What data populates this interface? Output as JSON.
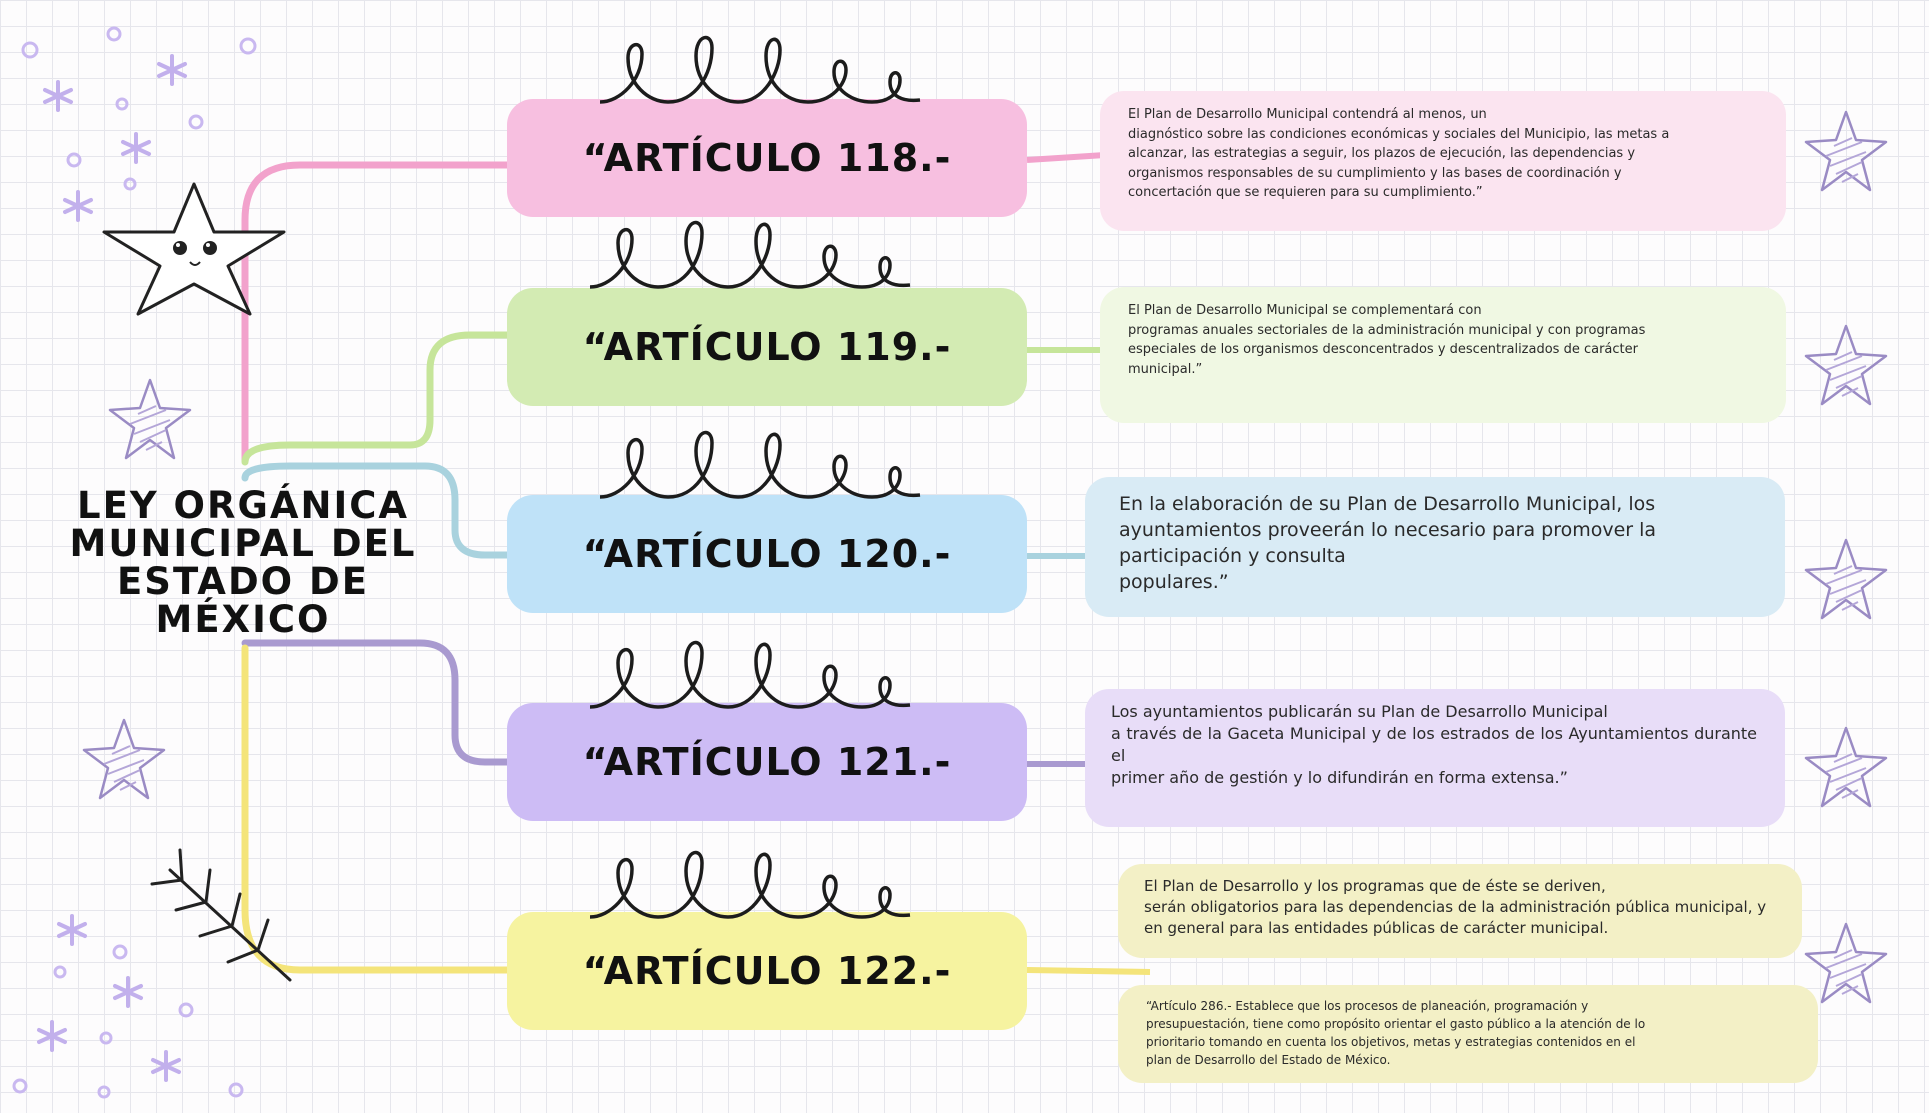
{
  "title": {
    "lines": [
      "LEY ORGÁNICA",
      "MUNICIPAL DEL",
      "ESTADO DE",
      "MÉXICO"
    ]
  },
  "branches": [
    {
      "label": "“ARTÍCULO 118.-",
      "color": "#f7bfe0",
      "line_color": "#f2a2cc",
      "box_color": "#fbe4f0",
      "text": [
        "El Plan de Desarrollo Municipal contendrá al menos, un",
        "diagnóstico sobre las condiciones económicas y sociales del Municipio, las metas a",
        "alcanzar, las estrategias a seguir, los plazos de ejecución, las dependencias y",
        "organismos responsables de su cumplimiento y las bases de coordinación y",
        "concertación que se requieren para su cumplimiento.”"
      ]
    },
    {
      "label": "“ARTÍCULO 119.-",
      "color": "#d3ebb3",
      "line_color": "#c6e59a",
      "box_color": "#f0f8e3",
      "text": [
        "El Plan de Desarrollo Municipal se complementará con",
        "programas anuales sectoriales de la administración municipal y con programas",
        "especiales de los organismos desconcentrados y descentralizados de carácter",
        "municipal.”"
      ]
    },
    {
      "label": "“ARTÍCULO 120.-",
      "color": "#bfe2f8",
      "line_color": "#a9d2de",
      "box_color": "#d9ebf5",
      "text": [
        "En la elaboración de su Plan de Desarrollo Municipal, los",
        "ayuntamientos proveerán lo necesario para promover la participación y consulta",
        "populares.”"
      ]
    },
    {
      "label": "“ARTÍCULO 121.-",
      "color": "#cdbcf5",
      "line_color": "#a99ad0",
      "box_color": "#e8ddf8",
      "text": [
        "Los ayuntamientos publicarán su Plan de Desarrollo Municipal",
        "a través de la Gaceta Municipal y de los estrados de los Ayuntamientos durante el",
        "primer año de gestión y lo difundirán en forma extensa.”"
      ]
    },
    {
      "label": "“ARTÍCULO 122.-",
      "color": "#f6f3a0",
      "line_color": "#f4e47a",
      "box_color": "#f3f0c6",
      "text": [
        "El Plan de Desarrollo y los programas que de éste se deriven,",
        "serán obligatorios para las dependencias de la administración pública municipal, y",
        "en general para las entidades públicas de carácter municipal."
      ],
      "extra_text": [
        "“Artículo 286.- Establece que los procesos de planeación, programación y",
        "presupuestación, tiene como propósito orientar el gasto público a la atención de lo",
        "prioritario tomando en cuenta los objetivos, metas y estrategias contenidos en el",
        "plan de Desarrollo del Estado de México."
      ]
    }
  ],
  "decorations": [
    "smiling-star-icon",
    "scribble-star-icon",
    "branch-sketch-icon",
    "sparkle-icon",
    "dot-icon",
    "loop-scribble-icon"
  ]
}
